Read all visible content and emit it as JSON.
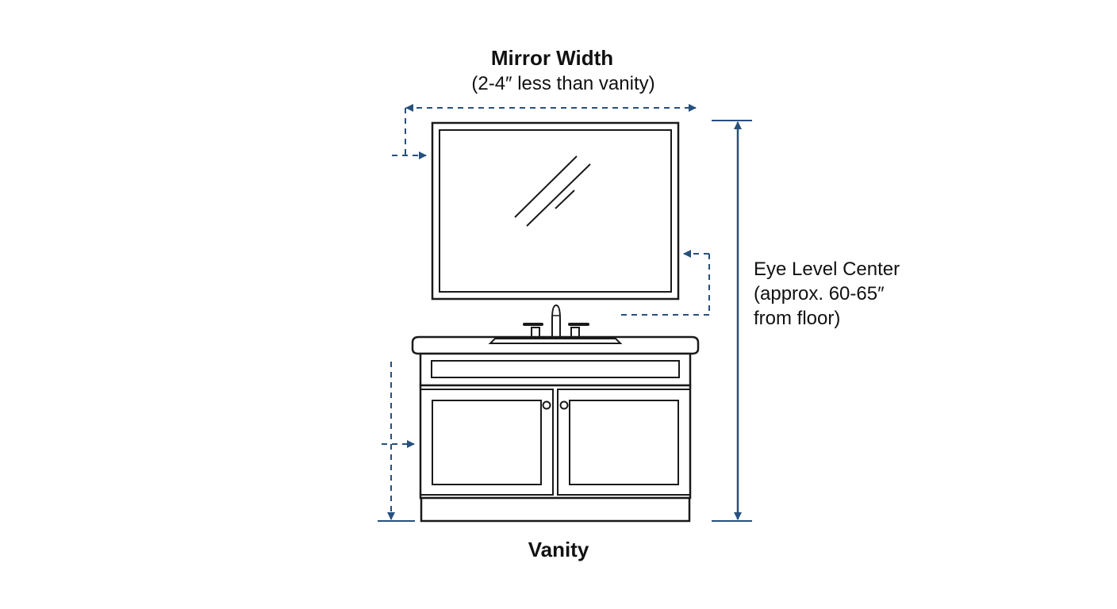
{
  "labels": {
    "mirror_width_title": "Mirror Width",
    "mirror_width_note": "(2-4″ less than vanity)",
    "eye_level_line1": "Eye Level Center",
    "eye_level_line2": "(approx. 60-65″",
    "eye_level_line3": "from floor)",
    "vanity": "Vanity"
  },
  "colors": {
    "line": "#1a1a1a",
    "dimension": "#27507e",
    "text": "#111111",
    "background": "#ffffff"
  }
}
